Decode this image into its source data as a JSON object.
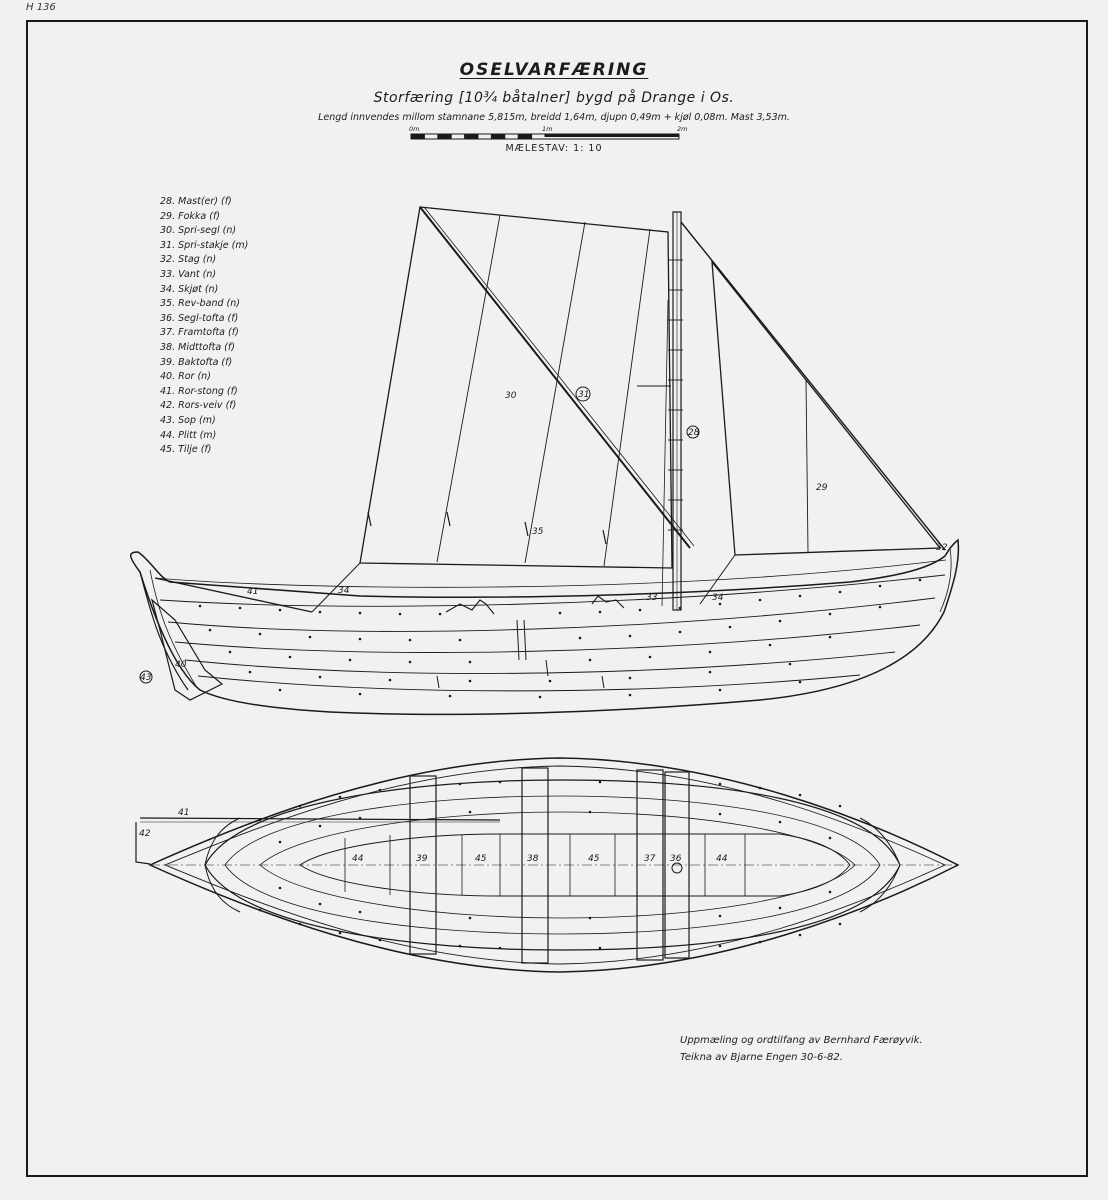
{
  "sheet_code": "H 136",
  "title": "OSELVARFÆRING",
  "subtitle": "Storfæring [10¾ båtalner]  bygd på  Drange  i  Os.",
  "dimensions": "Lengd  innvendes  millom  stamnane  5,815m,  breidd  1,64m,  djupn  0,49m + kjøl  0,08m.  Mast  3,53m.",
  "scale": {
    "tick_labels": [
      "0m",
      "1m",
      "2m"
    ],
    "label": "MÆLESTAV: 1: 10"
  },
  "legend": [
    "28.  Mast(er) (f)",
    "29.  Fokka (f)",
    "30.  Spri-segl (n)",
    "31.  Spri-stakje (m)",
    "32.  Stag (n)",
    "33.  Vant (n)",
    "34.  Skjøt (n)",
    "35.  Rev-band (n)",
    "36.  Segl-tofta (f)",
    "37.  Framtofta (f)",
    "38.  Midttofta (f)",
    "39.  Baktofta (f)",
    "40.  Ror (n)",
    "41.  Ror-stong (f)",
    "42.  Rors-veiv (f)",
    "43.  Sop (m)",
    "44.  Plitt (m)",
    "45.  Tilje (f)"
  ],
  "profile_labels": {
    "sprit_sail": "30",
    "sprit": "31",
    "mast": "28",
    "jib": "29",
    "reef_bands": "35",
    "stay": "32",
    "shroud": "33",
    "sheet_aft": "34",
    "sheet_fore": "34",
    "tiller": "41",
    "rudder": "40",
    "scoop": "43"
  },
  "plan_labels": {
    "tiller": "41",
    "yoke": "42",
    "floor_aft": "44",
    "thwart_aft": "39",
    "board_aft": "45",
    "thwart_mid": "38",
    "board_mid": "45",
    "thwart_fore": "37",
    "thwart_sail": "36",
    "floor_fore": "44"
  },
  "credits": {
    "line1": "Uppmæling  og  ordtilfang  av  Bernhard  Færøyvik.",
    "line2": "Teikna  av  Bjarne  Engen  30-6-82."
  }
}
